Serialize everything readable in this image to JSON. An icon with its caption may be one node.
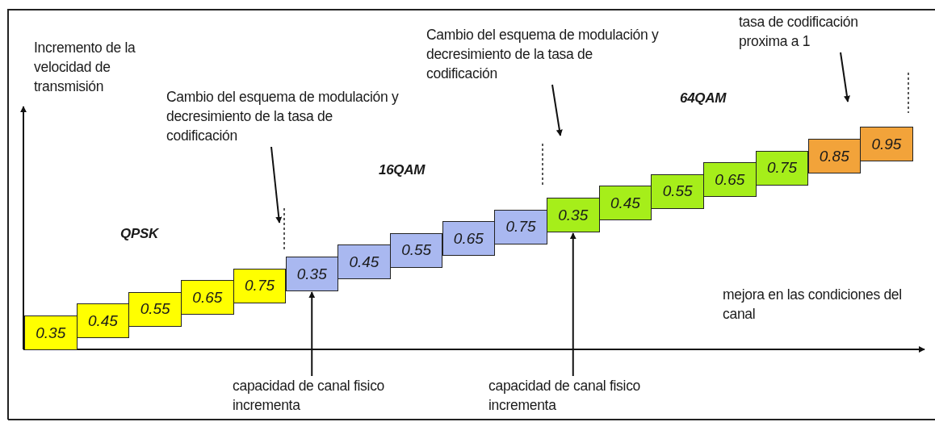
{
  "diagram": {
    "nodes": [
      {
        "text": [
          "0.35"
        ]
      },
      {
        "text": [
          "0.45"
        ]
      },
      {
        "text": [
          "0.55"
        ]
      },
      {
        "text": [
          "0.65"
        ]
      },
      {
        "text": [
          "0.75"
        ]
      },
      {
        "text": [
          "0.35"
        ]
      },
      {
        "text": [
          "0.45"
        ]
      },
      {
        "text": [
          "0.55"
        ]
      },
      {
        "text": [
          "0.65"
        ]
      },
      {
        "text": [
          "0.75"
        ]
      },
      {
        "text": [
          "0.35"
        ]
      },
      {
        "text": [
          "0.45"
        ]
      },
      {
        "text": [
          "0.55"
        ]
      },
      {
        "text": [
          "0.65"
        ]
      },
      {
        "text": [
          "0.75"
        ]
      },
      {
        "text": [
          "0.85"
        ]
      },
      {
        "text": [
          "0.95"
        ]
      },
      {
        "text": [
          "Cambio del esquema de modulación y decresimiento de la tasa de codificación"
        ]
      },
      {
        "text": [
          "Cambio del esquema de modulación y decresimiento de la tasa de codificación"
        ]
      },
      {
        "text": [
          "tasa de codificación proxima a 1"
        ]
      },
      {
        "text": [
          "capacidad de canal fisico incrementa"
        ]
      },
      {
        "text": [
          "capacidad de canal fisico incrementa"
        ]
      }
    ],
    "edges": [
      {
        "from": 17,
        "to": null,
        "arrow": "to"
      },
      {
        "from": 18,
        "to": null,
        "arrow": "to"
      },
      {
        "from": 19,
        "to": null,
        "arrow": "to"
      },
      {
        "from": 20,
        "to": 5,
        "arrow": "to"
      },
      {
        "from": 21,
        "to": 10,
        "arrow": "to"
      }
    ],
    "labels": [
      "Incremento de la velocidad de transmisión",
      "64QAM",
      "16QAM",
      "QPSK",
      "mejora en las condiciones del canal"
    ]
  }
}
